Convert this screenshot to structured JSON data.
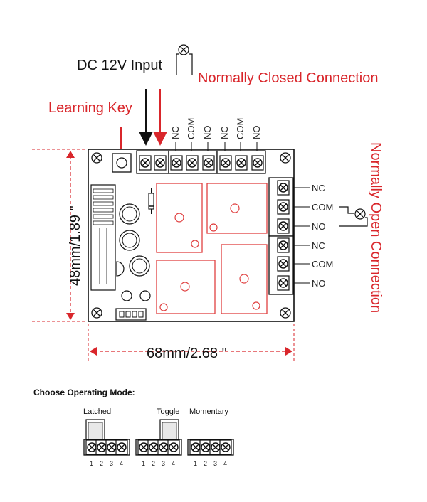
{
  "labels": {
    "dc_input": "DC 12V Input",
    "normally_closed": "Normally Closed Connection",
    "normally_open": "Normally Open Connection",
    "learning_key": "Learning Key",
    "height_dim": "48mm/1.89 \"",
    "width_dim": "68mm/2.68 \""
  },
  "top_terminals": [
    "NC",
    "COM",
    "NO",
    "NC",
    "COM",
    "NO"
  ],
  "right_terminals": [
    "NC",
    "COM",
    "NO",
    "NC",
    "COM",
    "NO"
  ],
  "modes": {
    "title": "Choose Operating Mode:",
    "items": [
      {
        "label": "Latched",
        "pins": [
          "1",
          "2",
          "3",
          "4"
        ]
      },
      {
        "label": "Toggle",
        "pins": [
          "1",
          "2",
          "3",
          "4"
        ]
      },
      {
        "label": "Momentary",
        "pins": [
          "1",
          "2",
          "3",
          "4"
        ]
      }
    ]
  },
  "colors": {
    "accent_red": "#d9262b",
    "line": "#111111",
    "relay_outline": "#e04040"
  }
}
